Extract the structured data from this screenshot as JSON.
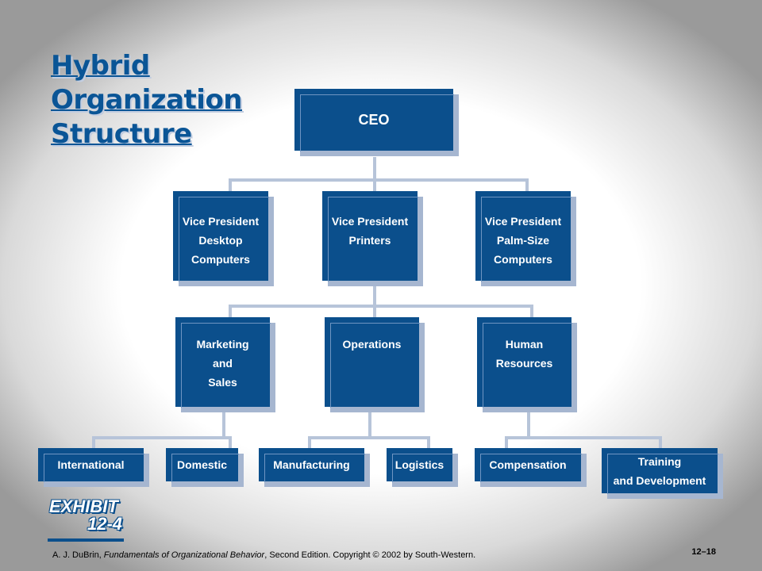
{
  "title": {
    "line1": "Hybrid",
    "line2": "Organization",
    "line3": "Structure"
  },
  "org": {
    "ceo": "CEO",
    "vps": [
      "Vice President\nDesktop\nComputers",
      "Vice President\nPrinters",
      "Vice President\nPalm-Size\nComputers"
    ],
    "departments": [
      "Marketing\nand\nSales",
      "Operations",
      "Human\nResources"
    ],
    "units": [
      "International",
      "Domestic",
      "Manufacturing",
      "Logistics",
      "Compensation",
      "Training\nand Development"
    ]
  },
  "exhibit": {
    "word": "EXHIBIT",
    "number": "12-4"
  },
  "footer": {
    "author": "A. J. DuBrin, ",
    "book": "Fundamentals of Organizational Behavior",
    "rest": ", Second Edition. Copyright © 2002 by South-Western.",
    "page": "12–18"
  },
  "colors": {
    "box": "#0b4f8c",
    "shadow": "#a6b6d0",
    "connector": "#b7c4d9",
    "title": "#0a5596"
  }
}
